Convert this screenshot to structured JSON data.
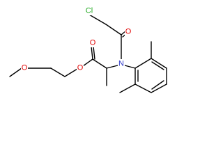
{
  "molecule": {
    "atom_labels": {
      "chlorine": "Cl",
      "ketone_oxygen": "O",
      "nitrogen": "N",
      "ester_carbonyl_oxygen": "O",
      "ester_oxygen": "O",
      "methoxy_oxygen": "O"
    },
    "colors": {
      "bond": "#000000",
      "chlorine": "#1fa81f",
      "oxygen": "#e00000",
      "nitrogen": "#2a35c8"
    }
  }
}
